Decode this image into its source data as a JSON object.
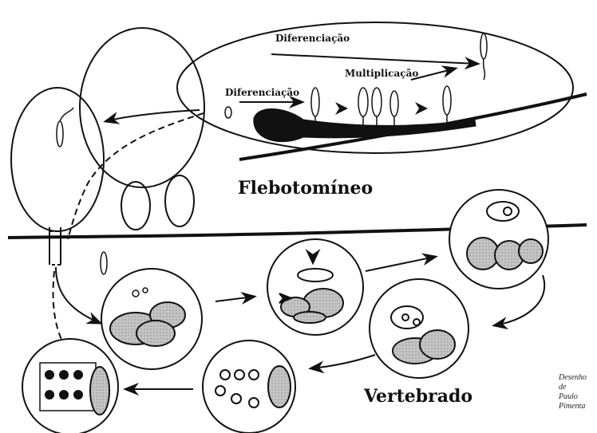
{
  "labels": {
    "diferenciacao_top": "Diferenciação",
    "diferenciacao_mid": "Diferenciação",
    "multiplicacao": "Multiplicação",
    "flebotomineo": "Flebotomíneo",
    "vertebrado": "Vertebrado"
  },
  "credit": [
    "Desenho",
    "de",
    "Paulo",
    "Pimenta"
  ],
  "colors": {
    "ink": "#111111",
    "cell_fill": "#b9b9b9",
    "nucleus_fill": "#8a8a8a"
  }
}
